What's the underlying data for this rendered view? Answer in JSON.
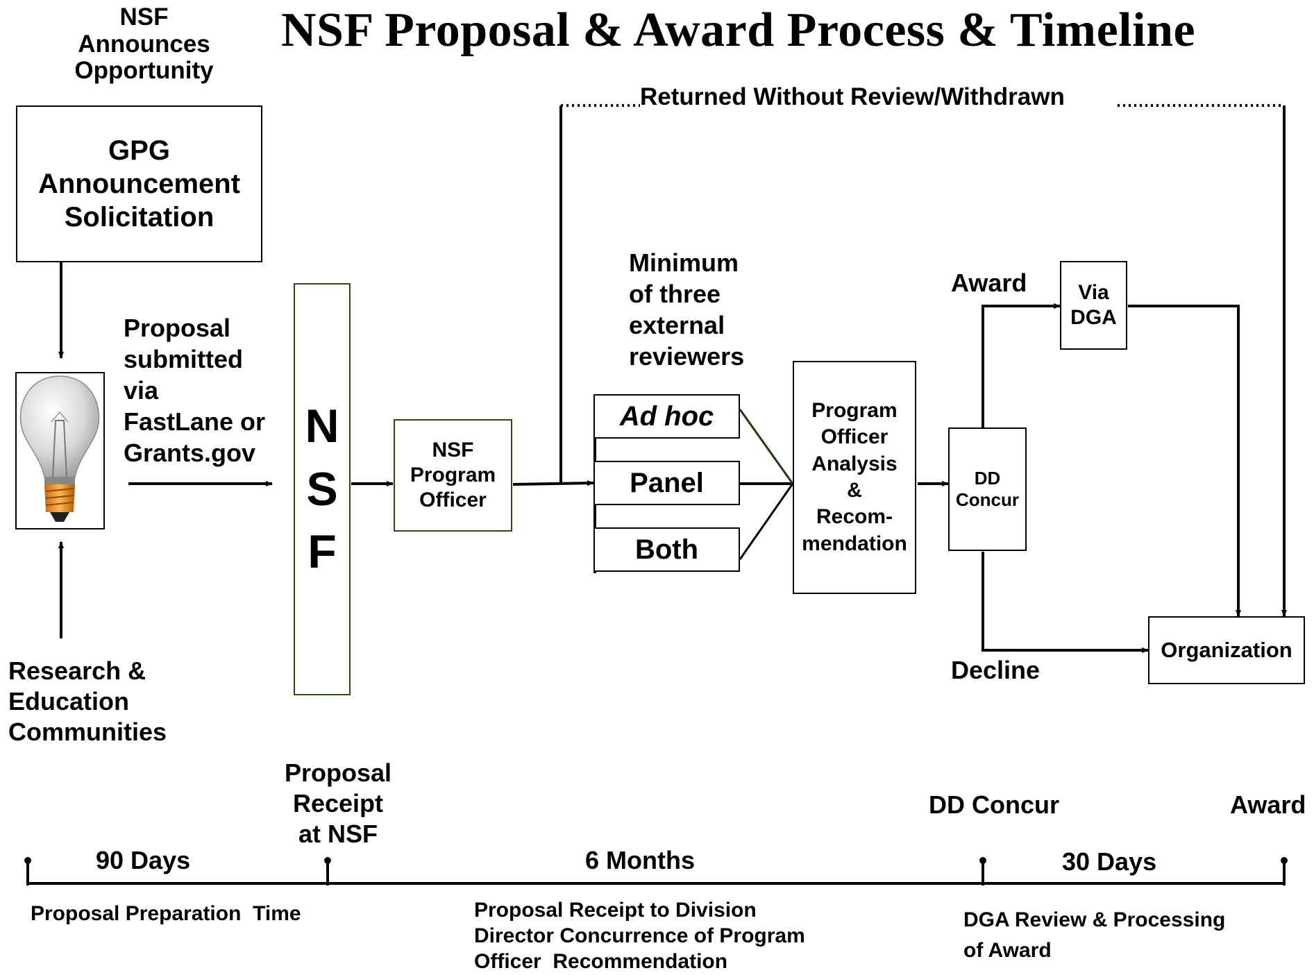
{
  "title": "NSF Proposal & Award Process & Timeline",
  "announce_label": "NSF\nAnnounces\nOpportunity",
  "gpg_box": "GPG\nAnnouncement\nSolicitation",
  "submitted_label": "Proposal\nsubmitted\nvia\nFastLane or\nGrants.gov",
  "communities_label": "Research &\nEducation\nCommunities",
  "nsf_bar": "N\nS\nF",
  "program_officer_box": "NSF\nProgram\nOfficer",
  "returned_label": "Returned Without Review/Withdrawn",
  "reviewers_label": "Minimum\nof three\nexternal\nreviewers",
  "review_types": [
    "Ad hoc",
    "Panel",
    "Both"
  ],
  "analysis_box": "Program\nOfficer\nAnalysis\n&\nRecom-\nmendation",
  "dd_concur_box": "DD\nConcur",
  "award_label": "Award",
  "via_dga_box": "Via\nDGA",
  "decline_label": "Decline",
  "organization_box": "Organization",
  "timeline": {
    "milestones": {
      "receipt": "Proposal\nReceipt\nat NSF",
      "dd_concur": "DD Concur",
      "award": "Award"
    },
    "durations": [
      "90 Days",
      "6 Months",
      "30 Days"
    ],
    "descriptions": [
      "Proposal Preparation  Time",
      "Proposal Receipt to Division\nDirector Concurrence of Program\nOfficer  Recommendation",
      "DGA Review & Processing\nof Award"
    ]
  },
  "colors": {
    "box_border": "#000000",
    "nsf_border": "#2f4a10",
    "reviewer_connector": "#1e3a0a"
  }
}
